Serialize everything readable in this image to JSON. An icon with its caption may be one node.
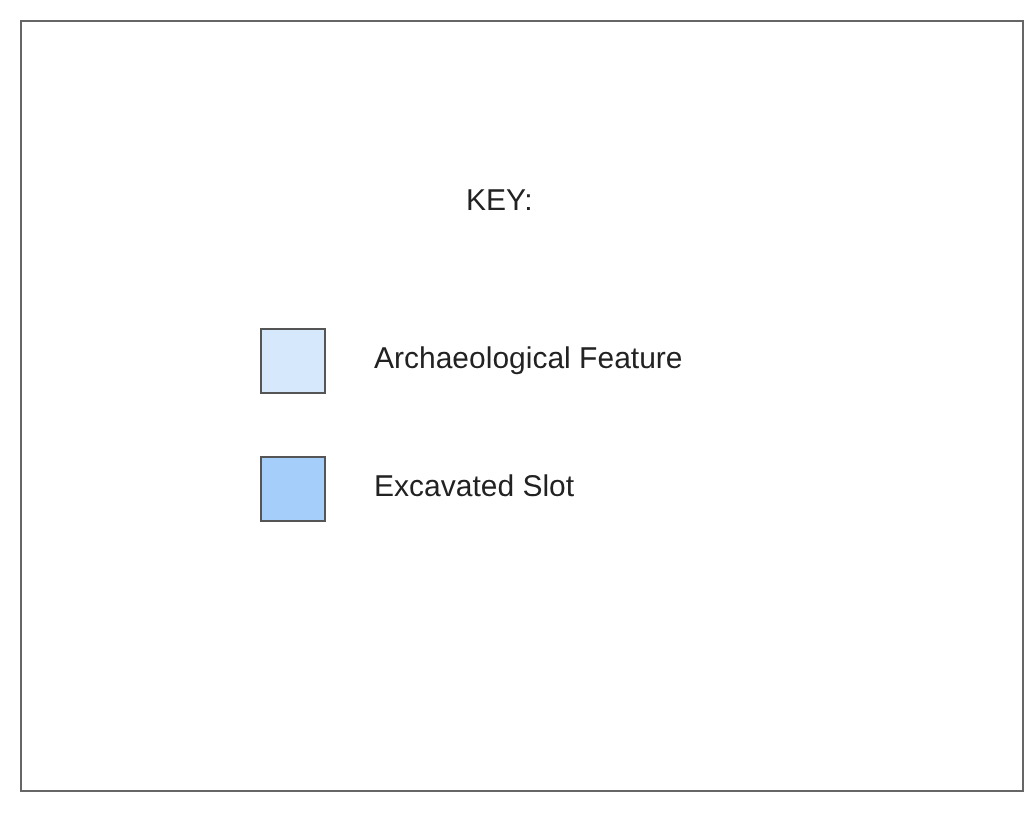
{
  "diagram": {
    "labels": [
      "KEY:"
    ],
    "legend": [
      {
        "text": "Archaeological Feature",
        "color": "#d5e8fc"
      },
      {
        "text": "Excavated Slot",
        "color": "#a5cffa"
      }
    ]
  }
}
